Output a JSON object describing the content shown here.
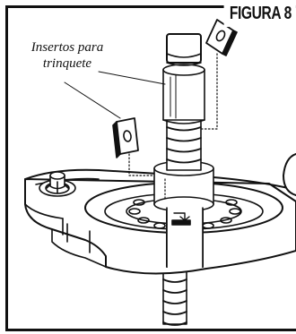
{
  "figure": {
    "title": "FIGURA 8",
    "callout": {
      "line1": "Insertos para",
      "line2": "trinquete"
    }
  }
}
